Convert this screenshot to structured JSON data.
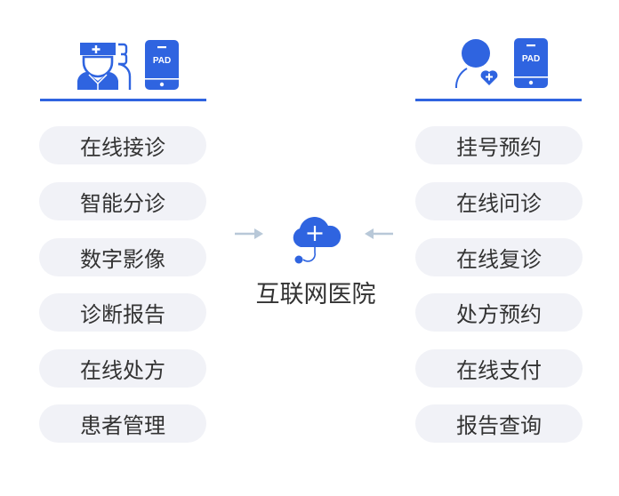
{
  "colors": {
    "accent": "#2f64e0",
    "pill_bg": "#f1f2f7",
    "text": "#333333",
    "arrow": "#b8c8d8"
  },
  "left": {
    "icons": [
      "doctor-icon",
      "pad-icon"
    ],
    "pad_label": "PAD",
    "items": [
      {
        "label": "在线接诊"
      },
      {
        "label": "智能分诊"
      },
      {
        "label": "数字影像"
      },
      {
        "label": "诊断报告"
      },
      {
        "label": "在线处方"
      },
      {
        "label": "患者管理"
      }
    ]
  },
  "center": {
    "icon": "medical-cloud-icon",
    "label": "互联网医院"
  },
  "right": {
    "icons": [
      "patient-icon",
      "pad-icon"
    ],
    "pad_label": "PAD",
    "items": [
      {
        "label": "挂号预约"
      },
      {
        "label": "在线问诊"
      },
      {
        "label": "在线复诊"
      },
      {
        "label": "处方预约"
      },
      {
        "label": "在线支付"
      },
      {
        "label": "报告查询"
      }
    ]
  }
}
